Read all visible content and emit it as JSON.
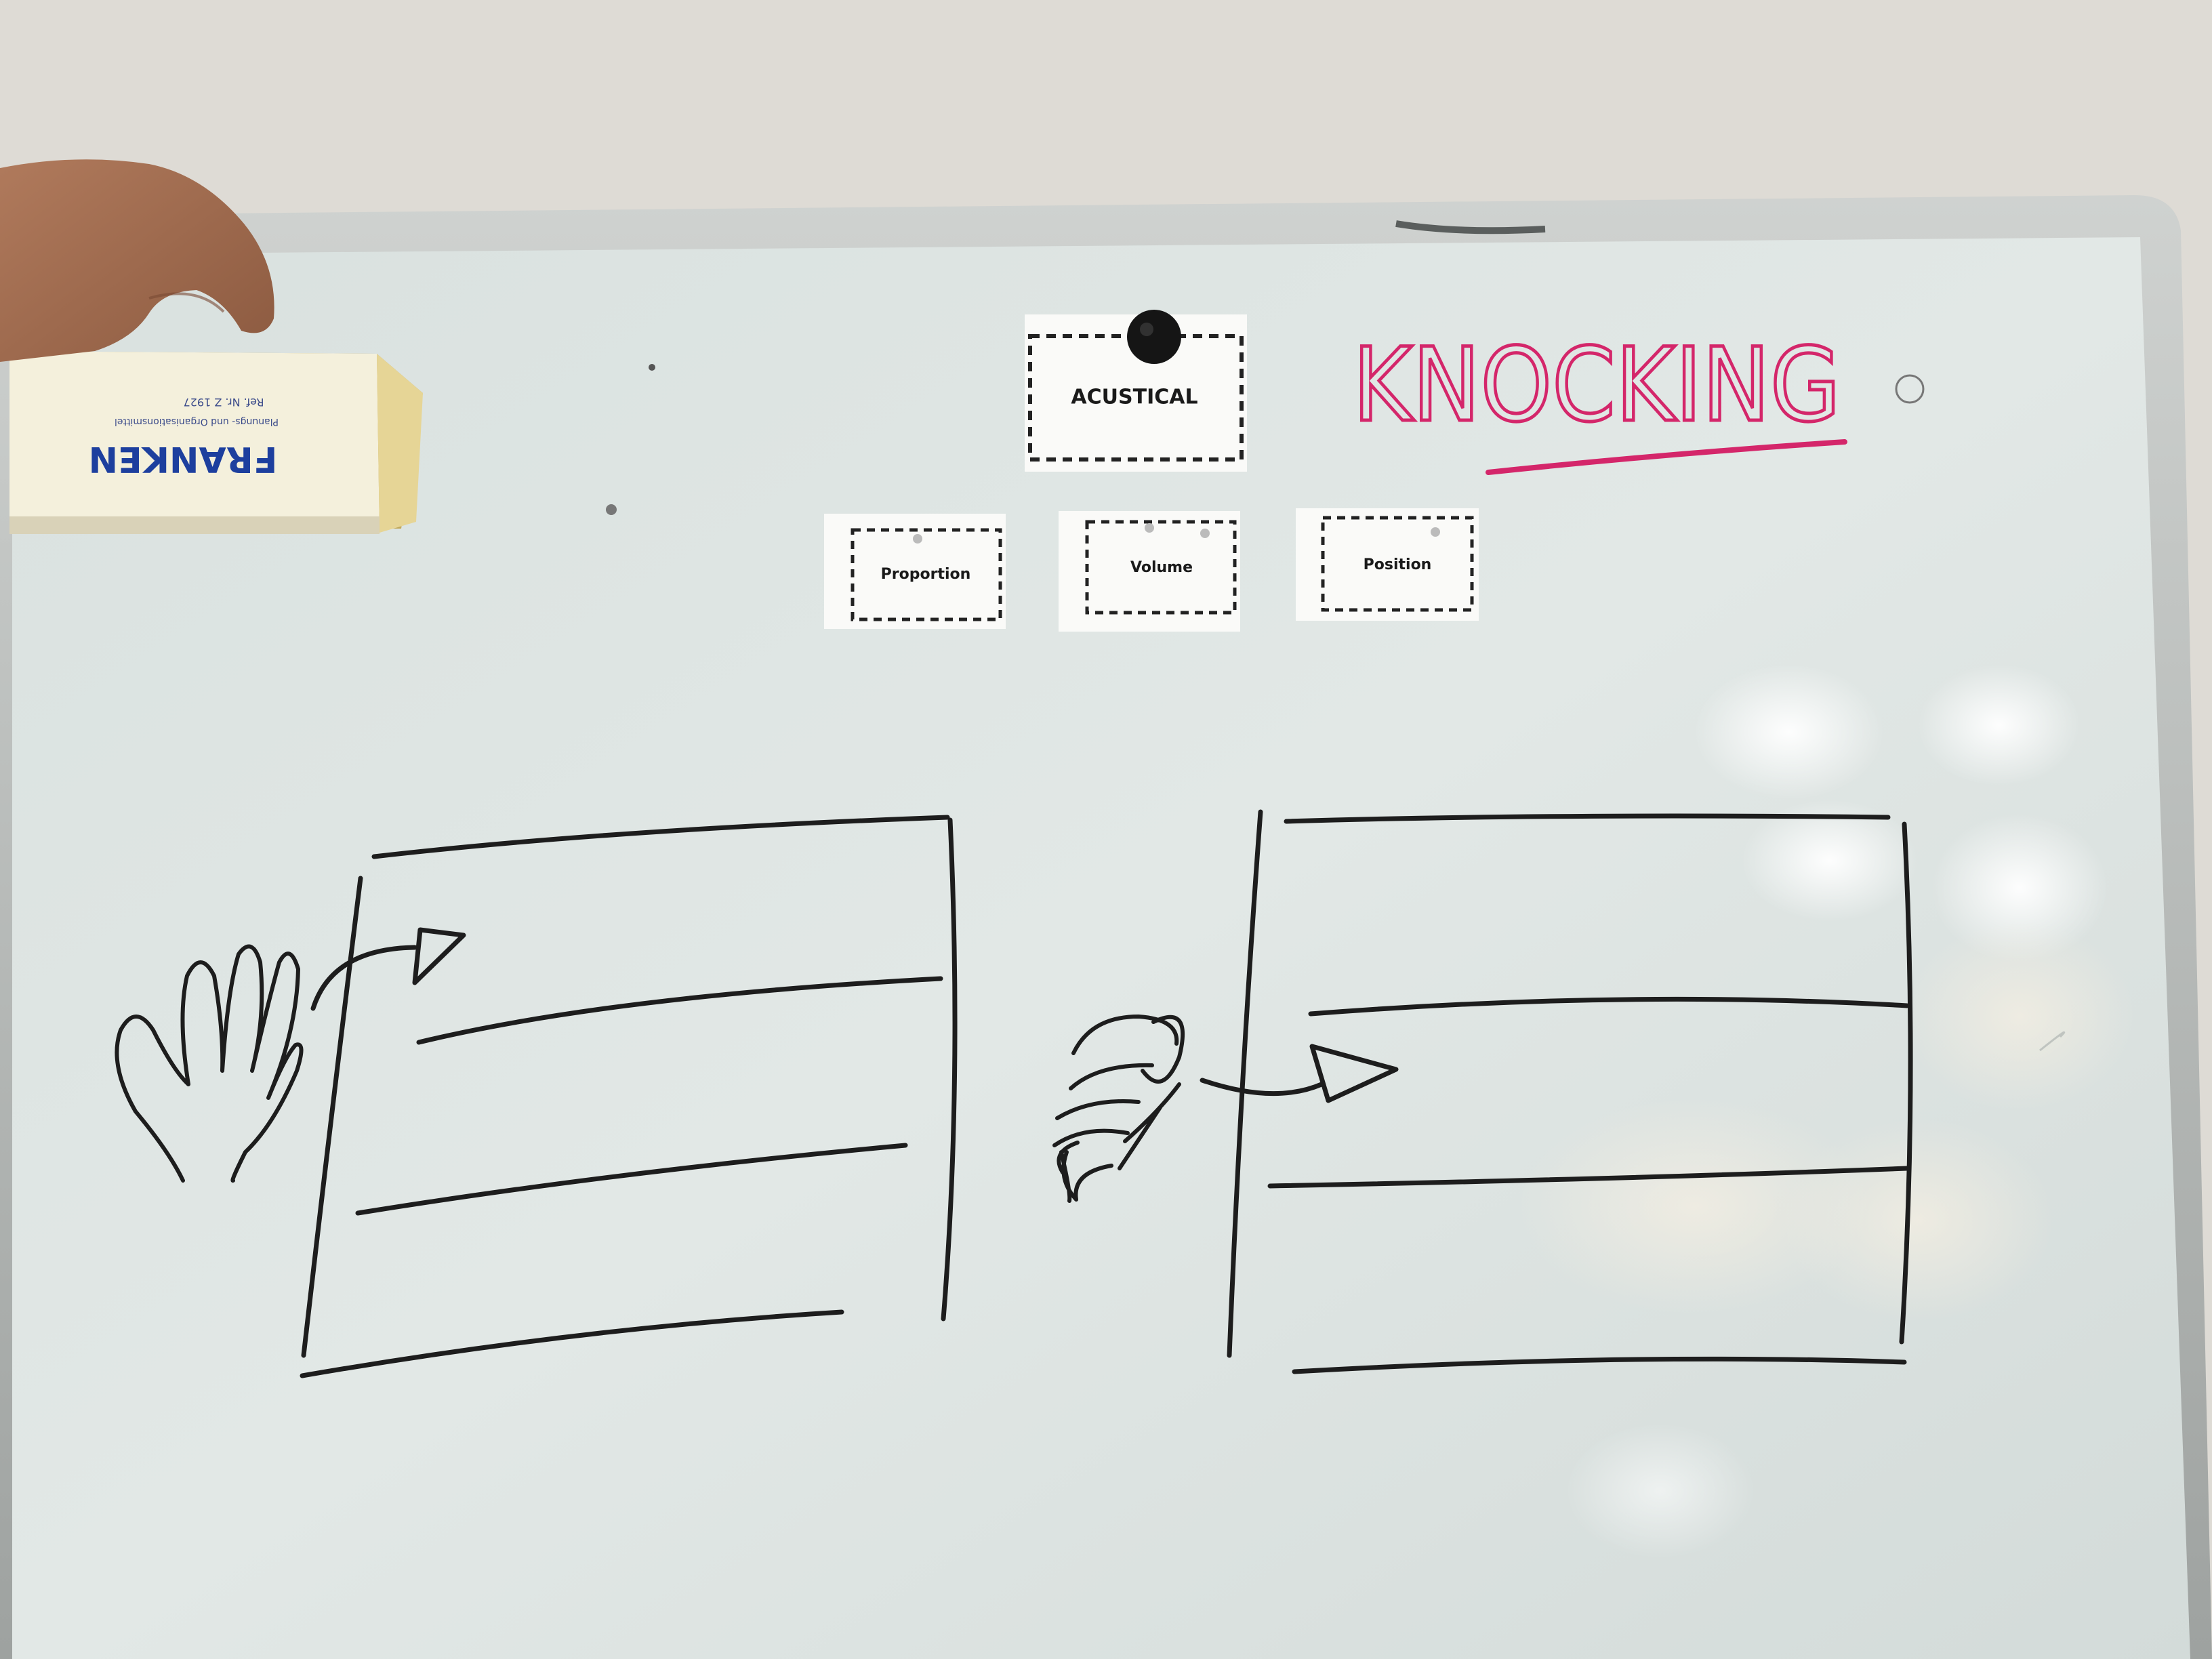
{
  "whiteboard": {
    "heading": "KNOCKING",
    "main_card": "ACUSTICAL",
    "sub_cards": [
      {
        "label": "Proportion"
      },
      {
        "label": "Volume"
      },
      {
        "label": "Position"
      }
    ]
  },
  "eraser": {
    "brand": "FRANKEN",
    "line_1": "Planungs- und Organisationsmittel",
    "line_2": "Ref. Nr. Z 1927"
  },
  "colors": {
    "wall": "#dcdad4",
    "board": "#dfe5e3",
    "frame": "#b8bbb9",
    "marker_black": "#1d1d1d",
    "marker_red": "#d4266a",
    "card": "#fafaf8"
  }
}
